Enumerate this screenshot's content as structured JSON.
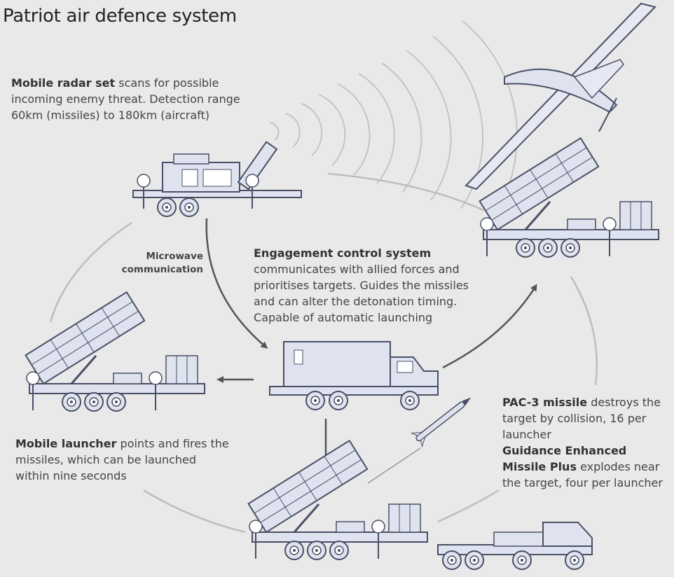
{
  "title": "Patriot air defence system",
  "radar": {
    "label": "Mobile radar set",
    "text": "scans for possible incoming enemy threat. Detection range 60km (missiles) to 180km (aircraft)"
  },
  "link_label": "Microwave communication",
  "ecs": {
    "label": "Engagement control system",
    "text": "communicates with allied forces and prioritises targets. Guides the missiles and can alter the detonation timing. Capable of automatic launching"
  },
  "launcher": {
    "label": "Mobile launcher",
    "text": "points and fires the missiles, which can be launched within nine seconds"
  },
  "pac3": {
    "label": "PAC-3 missile",
    "text": "destroys the target by collision, 16 per launcher"
  },
  "gem": {
    "label": "Guidance Enhanced Missile Plus",
    "text": "explodes near the target, four per launcher"
  },
  "colors": {
    "background": "#e9e9e9",
    "vehicle_fill": "#dfe3ef",
    "vehicle_stroke": "#4a4f66",
    "ring": "#bdbdbd",
    "arrow": "#555555"
  }
}
